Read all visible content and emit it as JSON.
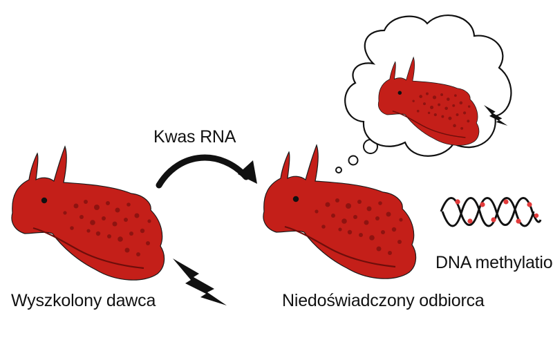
{
  "labels": {
    "transfer": "Kwas RNA",
    "donor": "Wyszkolony dawca",
    "recipient": "Niedoświadczony odbiorca",
    "methylation": "DNA methylation"
  },
  "colors": {
    "slug_body": "#c41f19",
    "slug_spots": "#8e1310",
    "outline": "#1a1a1a",
    "methyl_mark": "#e33b3b",
    "bolt": "#111111"
  },
  "icons": {
    "transfer_arrow": "curved-arrow-icon",
    "shock": "lightning-bolt-icon",
    "memory": "thought-bubble",
    "dna": "dna-helix-icon"
  }
}
